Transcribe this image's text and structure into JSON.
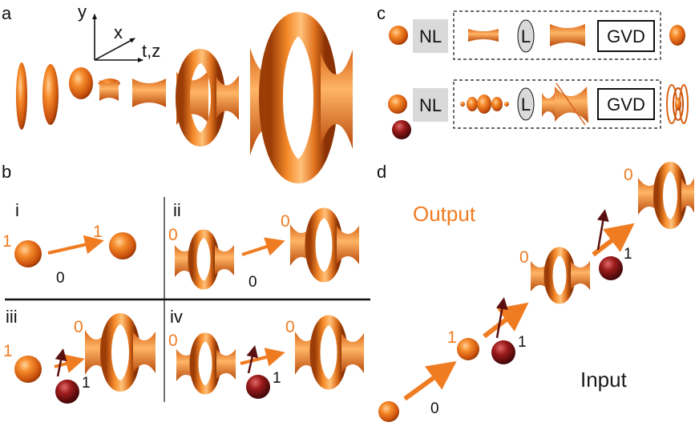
{
  "panels": {
    "a": "a",
    "b": "b",
    "c": "c",
    "d": "d"
  },
  "axes": {
    "y": "y",
    "x": "x",
    "tz": "t,z"
  },
  "quadrants": {
    "i": "i",
    "ii": "ii",
    "iii": "iii",
    "iv": "iv"
  },
  "orders": {
    "one": "1",
    "zero": "0"
  },
  "blocks": {
    "nl": "NL",
    "l": "L",
    "gvd": "GVD"
  },
  "legend": {
    "output": "Output",
    "input": "Input"
  },
  "colors": {
    "orange": "#f07c22",
    "dark_red": "#7a0f14",
    "arrow_dark": "#5a0f10",
    "gray_box": "#d9d9d9"
  }
}
